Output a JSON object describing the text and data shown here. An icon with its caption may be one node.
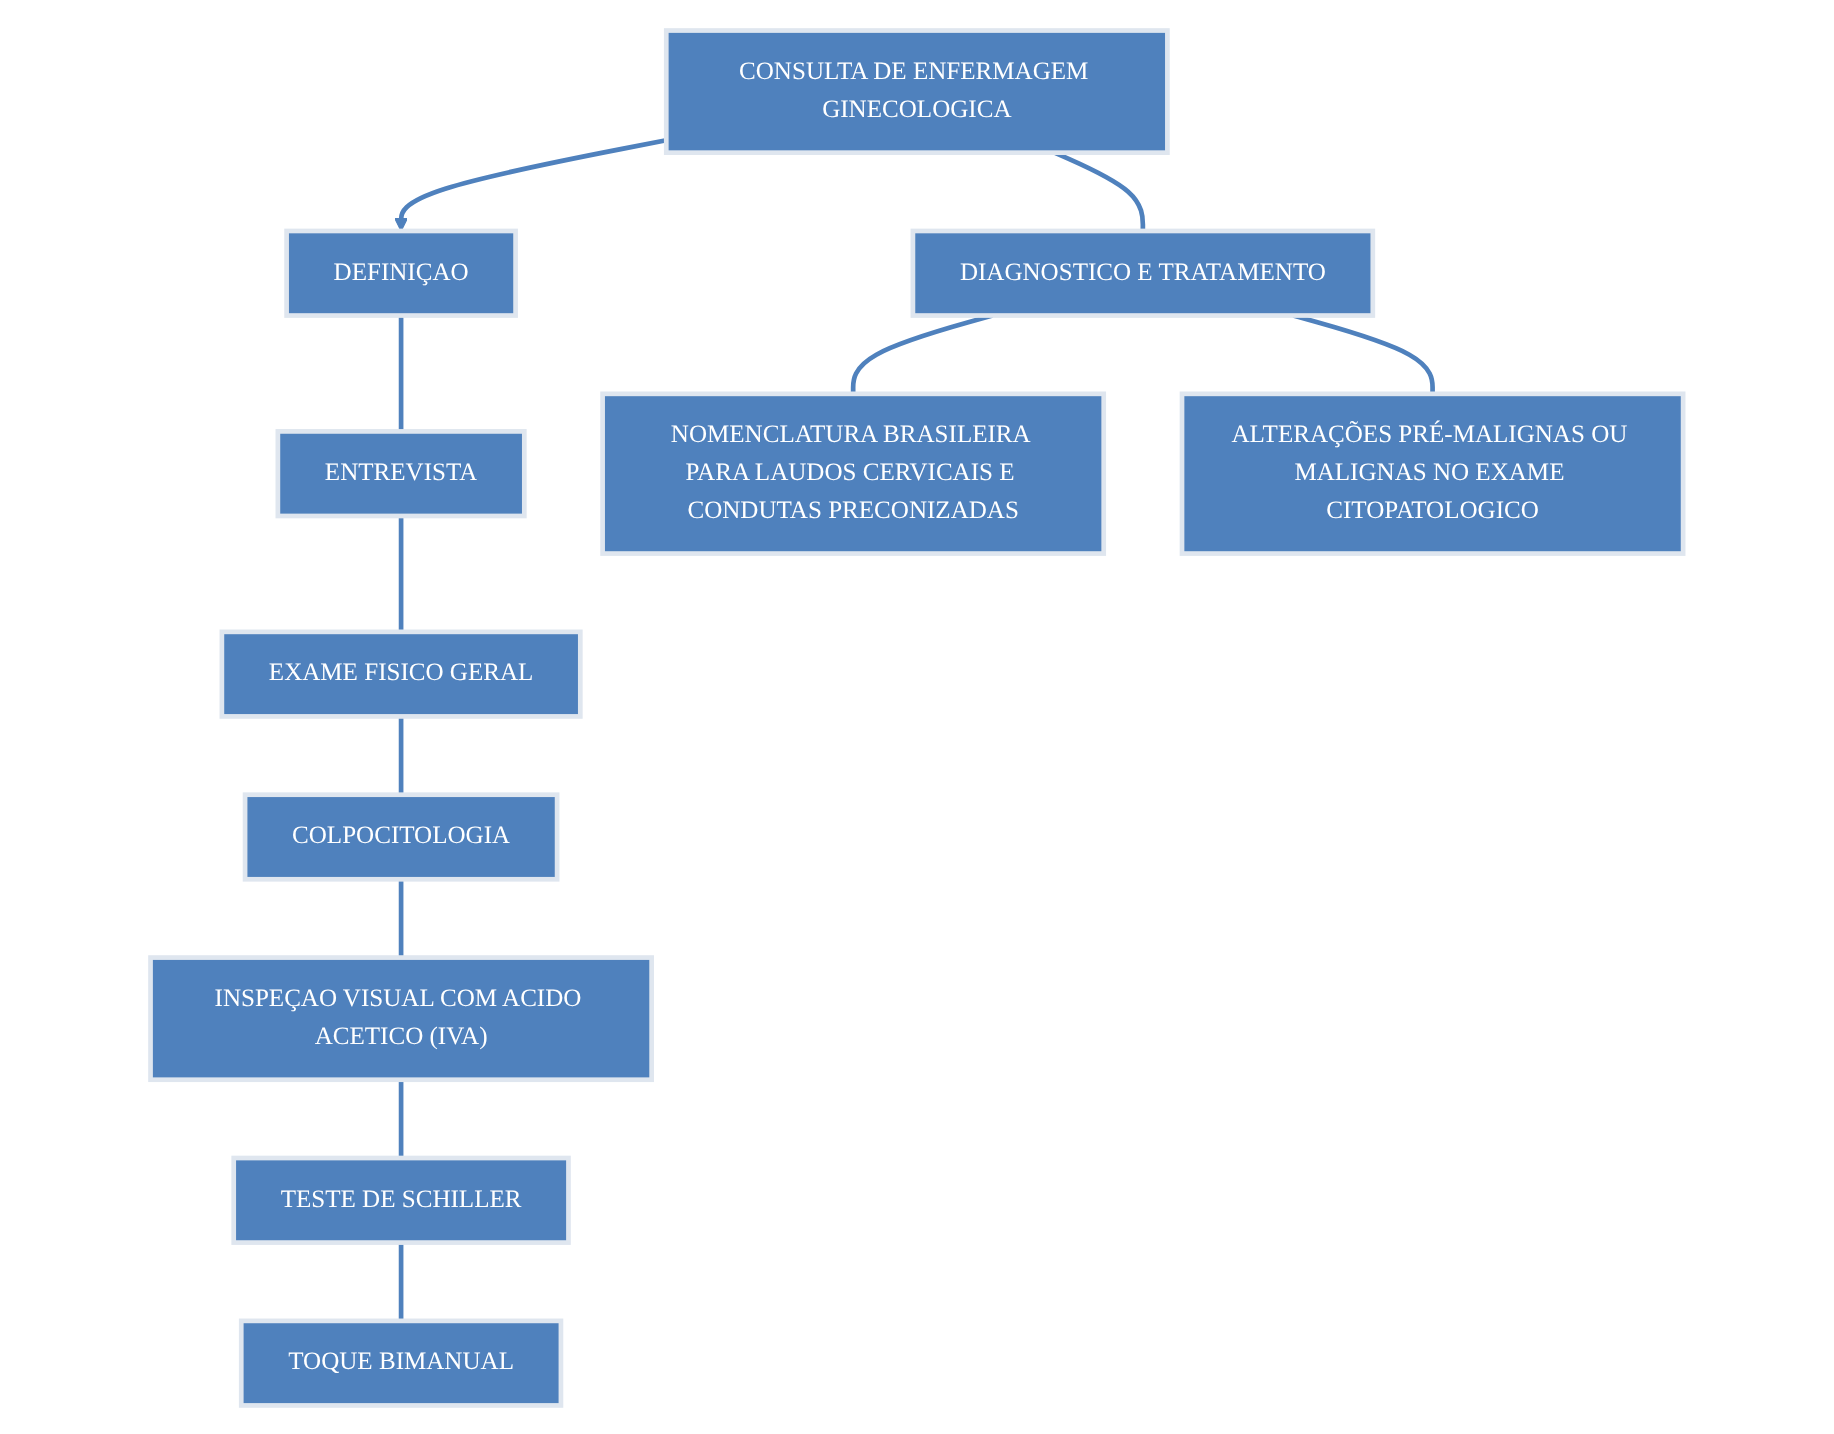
{
  "diagram": {
    "nodes": [
      {
        "text": [
          "CONSULTA DE ENFERMAGEM GINECOLOGICA"
        ]
      },
      {
        "text": [
          "DEFINIÇAO"
        ]
      },
      {
        "text": [
          "ENTREVISTA"
        ]
      },
      {
        "text": [
          "EXAME FISICO GERAL"
        ]
      },
      {
        "text": [
          "COLPOCITOLOGIA"
        ]
      },
      {
        "text": [
          "INSPEÇAO VISUAL COM ACIDO ACETICO (IVA)"
        ]
      },
      {
        "text": [
          "TESTE DE SCHILLER"
        ]
      },
      {
        "text": [
          "TOQUE BIMANUAL"
        ]
      },
      {
        "text": [
          "DIAGNOSTICO E TRATAMENTO"
        ]
      },
      {
        "text": [
          "NOMENCLATURA BRASILEIRA PARA LAUDOS CERVICAIS E CONDUTAS PRECONIZADAS"
        ]
      },
      {
        "text": [
          "ALTERAÇÕES PRÉ-MALIGNAS OU MALIGNAS NO EXAME CITOPATOLOGICO"
        ]
      }
    ],
    "edges": [
      {
        "from": 0,
        "to": 1,
        "arrow": "to"
      },
      {
        "from": 1,
        "to": 2,
        "arrow": "none"
      },
      {
        "from": 2,
        "to": 3,
        "arrow": "none"
      },
      {
        "from": 3,
        "to": 4,
        "arrow": "none"
      },
      {
        "from": 4,
        "to": 5,
        "arrow": "none"
      },
      {
        "from": 5,
        "to": 6,
        "arrow": "none"
      },
      {
        "from": 6,
        "to": 7,
        "arrow": "none"
      },
      {
        "from": 0,
        "to": 8,
        "arrow": "none"
      },
      {
        "from": 8,
        "to": 9,
        "arrow": "none"
      },
      {
        "from": 8,
        "to": 10,
        "arrow": "none"
      }
    ]
  }
}
